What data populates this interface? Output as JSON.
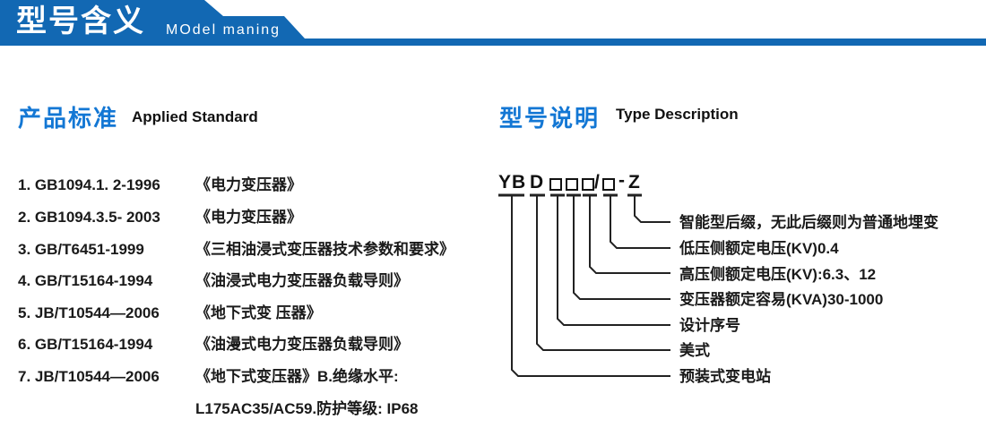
{
  "colors": {
    "banner_blue": "#1268b3",
    "heading_blue": "#1377d4",
    "body_text": "#1a1a1a",
    "line_color": "#222222"
  },
  "banner": {
    "title_zh": "型号含义",
    "title_en": "MOdel maning"
  },
  "applied_standard": {
    "heading_zh": "产品标准",
    "heading_en": "Applied Standard",
    "items": [
      {
        "code": "1. GB1094.1. 2-1996",
        "title": "《电力变压器》"
      },
      {
        "code": "2. GB1094.3.5- 2003",
        "title": "《电力变压器》"
      },
      {
        "code": "3. GB/T6451-1999",
        "title": "《三相油浸式变压器技术参数和要求》"
      },
      {
        "code": "4. GB/T15164-1994",
        "title": "《油浸式电力变压器负载导则》"
      },
      {
        "code": "5. JB/T10544—2006",
        "title": "《地下式变 压器》"
      },
      {
        "code": "6. GB/T15164-1994",
        "title": "《油漫式电力变压器负载导则》"
      },
      {
        "code": "7. JB/T10544—2006",
        "title": "《地下式变压器》B.绝缘水平:"
      }
    ],
    "continuation": "L175AC35/AC59.防护等级: IP68"
  },
  "type_description": {
    "heading_zh": "型号说明",
    "heading_en": "Type Description",
    "model_code": {
      "display": "YBD□□□/□-Z",
      "prefix": "YB",
      "series": "D",
      "slash": "/",
      "dash": "-",
      "suffix": "Z"
    },
    "labels": [
      "智能型后缀，无此后缀则为普通地埋变",
      "低压侧额定电压(KV)0.4",
      "高压侧额定电压(KV):6.3、12",
      "变压器额定容易(KVA)30-1000",
      "设计序号",
      "美式",
      "预装式变电站"
    ]
  }
}
